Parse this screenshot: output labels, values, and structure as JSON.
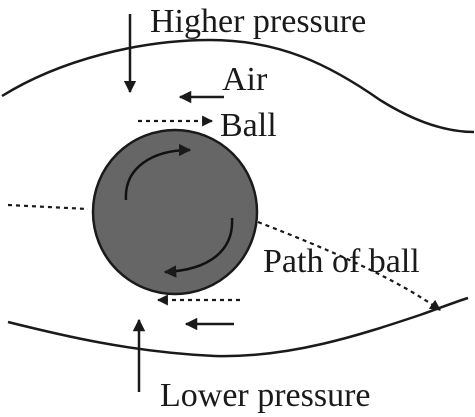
{
  "labels": {
    "higher_pressure": "Higher pressure",
    "air": "Air",
    "ball": "Ball",
    "path_of_ball": "Path of ball",
    "lower_pressure": "Lower pressure"
  },
  "colors": {
    "ball_fill": "#666666",
    "stroke": "#1a1a1a",
    "background": "#ffffff"
  }
}
